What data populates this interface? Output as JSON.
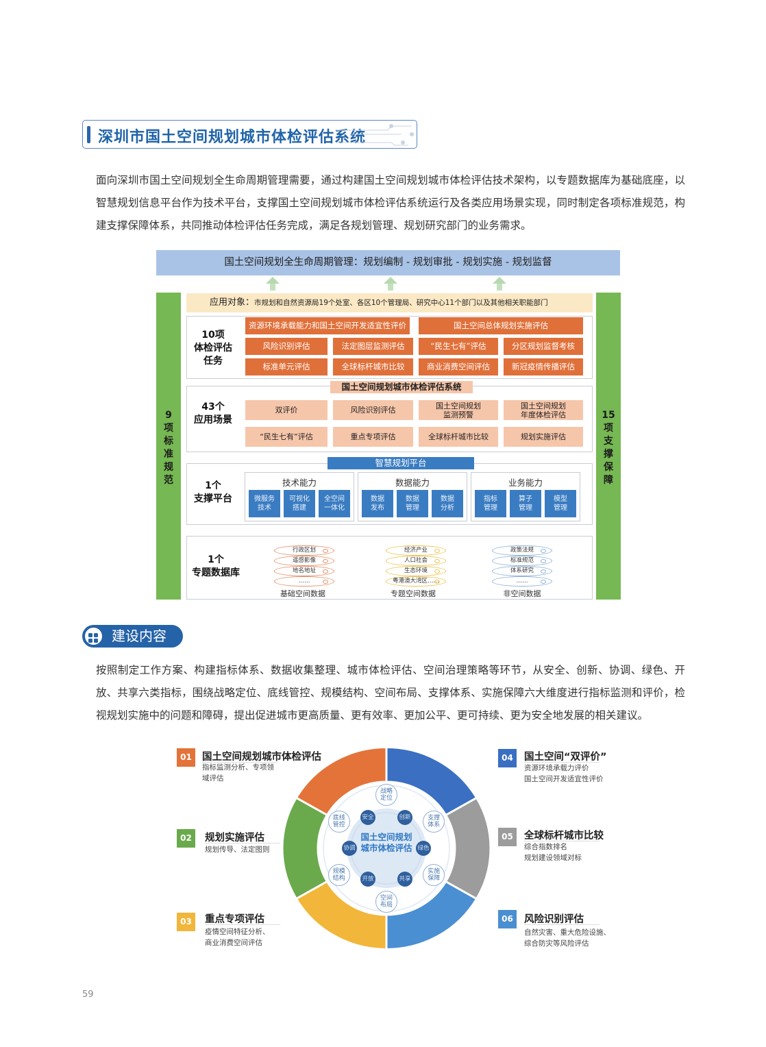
{
  "section1": {
    "title": "深圳市国土空间规划城市体检评估系统",
    "paragraph": "面向深圳市国土空间规划全生命周期管理需要，通过构建国土空间规划城市体检评估技术架构，以专题数据库为基础底座，以智慧规划信息平台作为技术平台，支撑国土空间规划城市体检评估系统运行及各类应用场景实现，同时制定各项标准规范，构建支撑保障体系，共同推动体检评估任务完成，满足各规划管理、规划研究部门的业务需求。"
  },
  "architecture": {
    "lifecycle": "国土空间规划全生命周期管理：规划编制 - 规划审批 - 规划实施 - 规划监督",
    "left_side": "9\n项\n标\n准\n规\n范",
    "right_side": "15\n项\n支\n撑\n保\n障",
    "target_label": "应用对象：",
    "target_text": "市规划和自然资源局19个处室、各区10个管理局、研究中心11个部门以及其他相关职能部门",
    "tasks_label": "10项\n体检评估\n任务",
    "tasks": [
      "资源环境承载能力和国土空间开发适宜性评价",
      "国土空间总体规划实施评估",
      "风险识别评估",
      "法定图层监测评估",
      "“民生七有”评估",
      "分区规划监督考核",
      "标准单元评估",
      "全球标杆城市比较",
      "商业消费空间评估",
      "新冠疫情传播评估"
    ],
    "system_header": "国土空间规划城市体检评估系统",
    "scenes_label": "43个\n应用场景",
    "scenes": [
      "双评价",
      "风险识别评估",
      "国土空间规划\n监测预警",
      "国土空间规划\n年度体检评估",
      "“民生七有”评估",
      "重点专项评估",
      "全球标杆城市比较",
      "规划实施评估"
    ],
    "platform_header": "智慧规划平台",
    "platform_label": "1个\n支撑平台",
    "capabilities": [
      {
        "title": "技术能力",
        "items": [
          "微服务\n技术",
          "可视化\n搭建",
          "全空间\n一体化"
        ]
      },
      {
        "title": "数据能力",
        "items": [
          "数据\n发布",
          "数据\n管理",
          "数据\n分析"
        ]
      },
      {
        "title": "业务能力",
        "items": [
          "指标\n管理",
          "算子\n管理",
          "模型\n管理"
        ]
      }
    ],
    "db_label": "1个\n专题数据库",
    "databases": [
      {
        "name": "基础空间数据",
        "rows": [
          "行政区划",
          "遥感影像",
          "地名地址",
          "……"
        ],
        "color": "#e8906a"
      },
      {
        "name": "专题空间数据",
        "rows": [
          "经济产业",
          "人口社会",
          "生态环境",
          "粤港澳大湾区……"
        ],
        "color": "#ecc552"
      },
      {
        "name": "非空间数据",
        "rows": [
          "政策法规",
          "标准规范",
          "体系研究",
          "……"
        ],
        "color": "#8fb2d8"
      }
    ]
  },
  "section2": {
    "title": "建设内容",
    "paragraph": "按照制定工作方案、构建指标体系、数据收集整理、城市体检评估、空间治理策略等环节，从安全、创新、协调、绿色、开放、共享六类指标，围绕战略定位、底线管控、规模结构、空间布局、支撑体系、实施保障六大维度进行指标监测和评价，检视规划实施中的问题和障碍，提出促进城市更高质量、更有效率、更加公平、更可持续、更为安全地发展的相关建议。"
  },
  "ring": {
    "center": "国土空间规划\n城市体检评估",
    "dimensions": [
      "战略定位",
      "支撑体系",
      "实施保障",
      "空间布局",
      "规模结构",
      "底线管控"
    ],
    "indicators": [
      "安全",
      "创新",
      "绿色",
      "共享",
      "开放",
      "协调"
    ],
    "items": [
      {
        "num": "01",
        "title": "国土空间规划城市体检评估",
        "desc": "指标监测分析、专项领\n域评估",
        "color": "#e4733a"
      },
      {
        "num": "02",
        "title": "规划实施评估",
        "desc": "规划传导、法定图则",
        "color": "#6aaa4c"
      },
      {
        "num": "03",
        "title": "重点专项评估",
        "desc": "疫情空间特征分析、\n商业消费空间评估",
        "color": "#f2b63a"
      },
      {
        "num": "04",
        "title": "国土空间“双评价”",
        "desc": "资源环境承载力评价\n国土空间开发适宜性评价",
        "color": "#3a6fc2"
      },
      {
        "num": "05",
        "title": "全球标杆城市比较",
        "desc": "综合指数排名\n规划建设领域对标",
        "color": "#9c9c9c"
      },
      {
        "num": "06",
        "title": "风险识别评估",
        "desc": "自然灾害、重大危险设施、\n综合防灾等风险评估",
        "color": "#4a8fd2"
      }
    ]
  },
  "page_number": "59"
}
